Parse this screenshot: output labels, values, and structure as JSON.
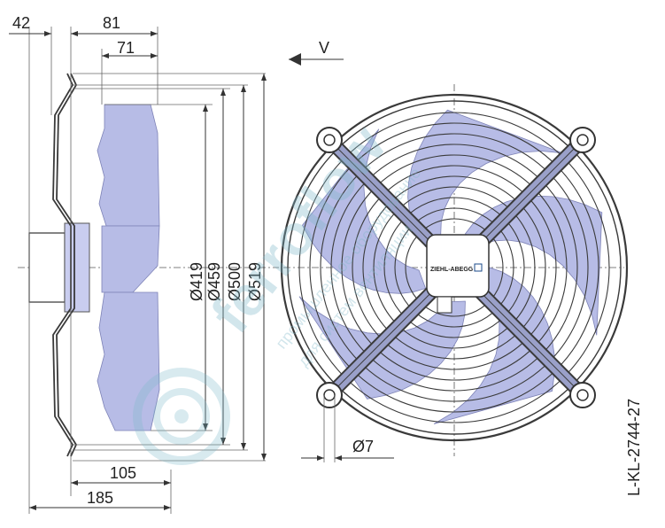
{
  "dimensions": {
    "d42": "42",
    "d81": "81",
    "d71": "71",
    "d105": "105",
    "d185": "185",
    "dia419": "Ø419",
    "dia459": "Ø459",
    "dia500": "Ø500",
    "dia519": "Ø519",
    "dia7": "Ø7",
    "view": "V"
  },
  "hub_label": "ZIEHL-ABEGG",
  "drawing_code": "L-KL-2744-27",
  "watermark": {
    "brand": "ferroflow",
    "line1": "промышленное оборудование",
    "line2": "для систем вентиляции"
  },
  "colors": {
    "blade": "#b7bce6",
    "guard": "#3a3a3a",
    "watermark": "#7fb8c9"
  }
}
